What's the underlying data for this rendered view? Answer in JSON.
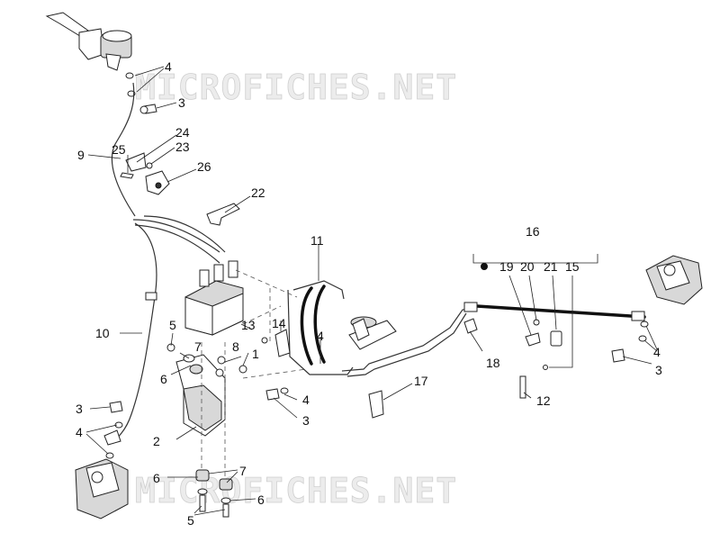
{
  "watermark": {
    "top": "MICROFICHES.NET",
    "bottom": "MICROFICHES.NET"
  },
  "callouts": {
    "c1": "1",
    "c2": "2",
    "c3a": "3",
    "c3b": "3",
    "c3c": "3",
    "c3d": "3",
    "c4a": "4",
    "c4b": "4",
    "c4c": "4",
    "c4d": "4",
    "c4e": "4",
    "c5a": "5",
    "c5b": "5",
    "c6a": "6",
    "c6b": "6",
    "c6c": "6",
    "c7a": "7",
    "c7b": "7",
    "c8": "8",
    "c9": "9",
    "c10": "10",
    "c11": "11",
    "c12": "12",
    "c13": "13",
    "c14": "14",
    "c15": "15",
    "c16": "16",
    "c17": "17",
    "c18": "18",
    "c19": "19",
    "c20": "20",
    "c21": "21",
    "c22": "22",
    "c23": "23",
    "c24": "24",
    "c25": "25",
    "c26": "26"
  }
}
